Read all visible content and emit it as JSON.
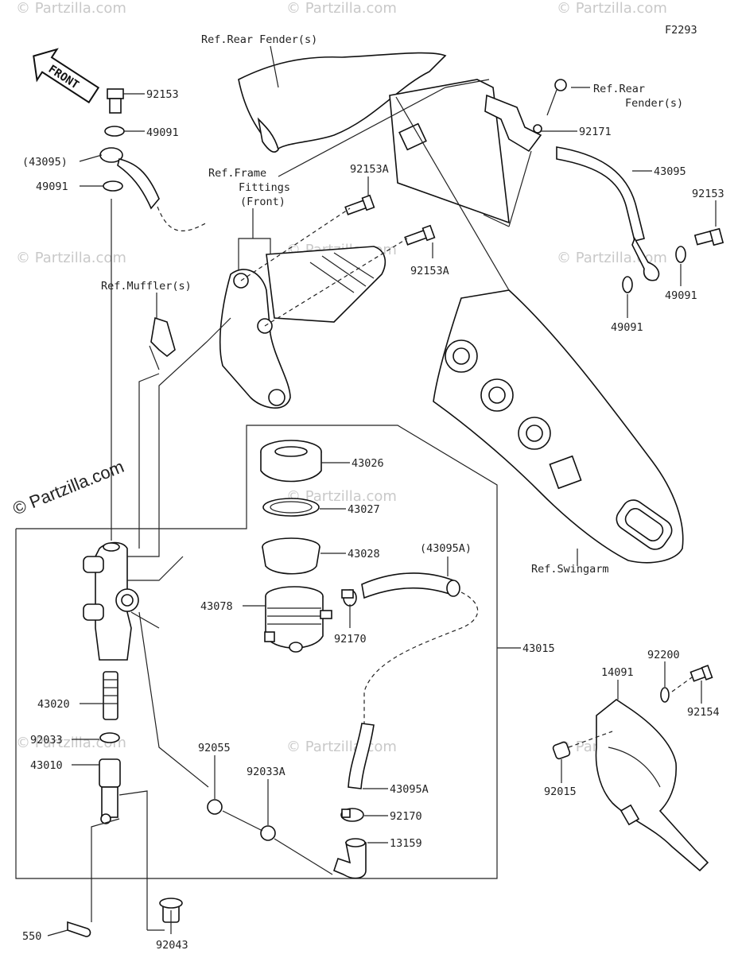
{
  "diagram_id": "F2293",
  "watermark": "© Partzilla.com",
  "front_arrow": "FRONT",
  "refs": {
    "rear_fender_top": "Ref.Rear Fender(s)",
    "rear_fender_right_1": "Ref.Rear",
    "rear_fender_right_2": "Fender(s)",
    "frame_fittings_1": "Ref.Frame",
    "frame_fittings_2": "Fittings",
    "frame_fittings_3": "(Front)",
    "mufflers": "Ref.Muffler(s)",
    "swingarm": "Ref.Swingarm"
  },
  "parts": {
    "p92153_left": "92153",
    "p49091_a": "49091",
    "p43095_paren": "(43095)",
    "p49091_b": "49091",
    "p92153A_top": "92153A",
    "p92153A_bottom": "92153A",
    "p92171": "92171",
    "p43095": "43095",
    "p92153_right": "92153",
    "p49091_c": "49091",
    "p49091_d": "49091",
    "p43026": "43026",
    "p43027": "43027",
    "p43028": "43028",
    "p43095A_paren": "(43095A)",
    "p43078": "43078",
    "p92170_a": "92170",
    "p43015": "43015",
    "p43020": "43020",
    "p92033": "92033",
    "p43010": "43010",
    "p92055": "92055",
    "p92033A": "92033A",
    "p43095A": "43095A",
    "p92170_b": "92170",
    "p13159": "13159",
    "p550": "550",
    "p92043": "92043",
    "p14091": "14091",
    "p92200": "92200",
    "p92154": "92154",
    "p92015": "92015"
  }
}
